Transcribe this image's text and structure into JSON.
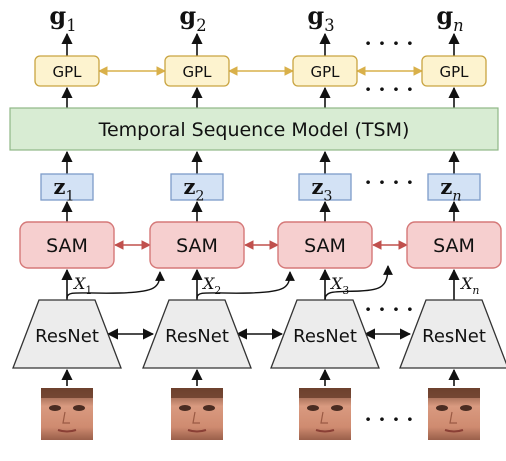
{
  "outputs": [
    {
      "base": "g",
      "sub": "1"
    },
    {
      "base": "g",
      "sub": "2"
    },
    {
      "base": "g",
      "sub": "3"
    },
    {
      "base": "g",
      "sub": "n"
    }
  ],
  "gpl_label": "GPL",
  "tsm_label": "Temporal Sequence Model (TSM)",
  "latents": [
    {
      "base": "z",
      "sub": "1"
    },
    {
      "base": "z",
      "sub": "2"
    },
    {
      "base": "z",
      "sub": "3"
    },
    {
      "base": "z",
      "sub": "n"
    }
  ],
  "sam_label": "SAM",
  "features": [
    {
      "base": "X",
      "sub": "1"
    },
    {
      "base": "X",
      "sub": "2"
    },
    {
      "base": "X",
      "sub": "3"
    },
    {
      "base": "X",
      "sub": "n"
    }
  ],
  "resnet_label": "ResNet",
  "ellipsis": "· · · ·",
  "colors": {
    "gpl_fill": "#fdf3cf",
    "gpl_stroke": "#c9a441",
    "gpl_arrow": "#d9b04a",
    "tsm_fill": "#d8ecd3",
    "tsm_stroke": "#8fb887",
    "z_fill": "#d3e2f5",
    "z_stroke": "#7d9cc9",
    "sam_fill": "#f6cfcf",
    "sam_stroke": "#d57878",
    "sam_arrow": "#c0504d",
    "resnet_fill": "#ececec",
    "resnet_stroke": "#333333"
  }
}
